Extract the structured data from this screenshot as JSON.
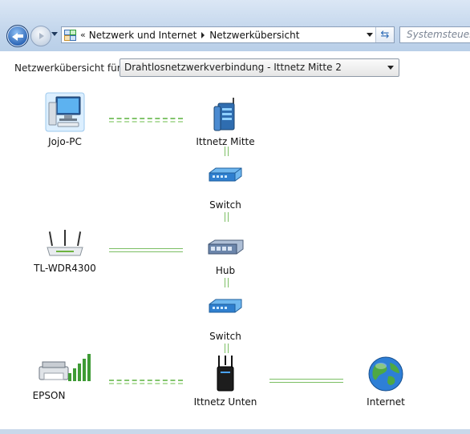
{
  "address_bar": {
    "overflow": "«",
    "crumbs": [
      "Netzwerk und Internet",
      "Netzwerkübersicht"
    ]
  },
  "search": {
    "placeholder": "Systemsteuerung durchsuchen"
  },
  "selector": {
    "label": "Netzwerkübersicht für",
    "value": "Drahtlosnetzwerkverbindung - Ittnetz Mitte  2"
  },
  "nodes": {
    "jojo_pc": "Jojo-PC",
    "ittnetz_mitte": "Ittnetz Mitte",
    "switch_1": "Switch",
    "tl_wdr4300": "TL-WDR4300",
    "hub": "Hub",
    "switch_2": "Switch",
    "epson": "EPSON",
    "ittnetz_unten": "Ittnetz Unten",
    "internet": "Internet"
  },
  "colors": {
    "link_line": "#7cbf64",
    "chrome": "#c3d6ec"
  }
}
